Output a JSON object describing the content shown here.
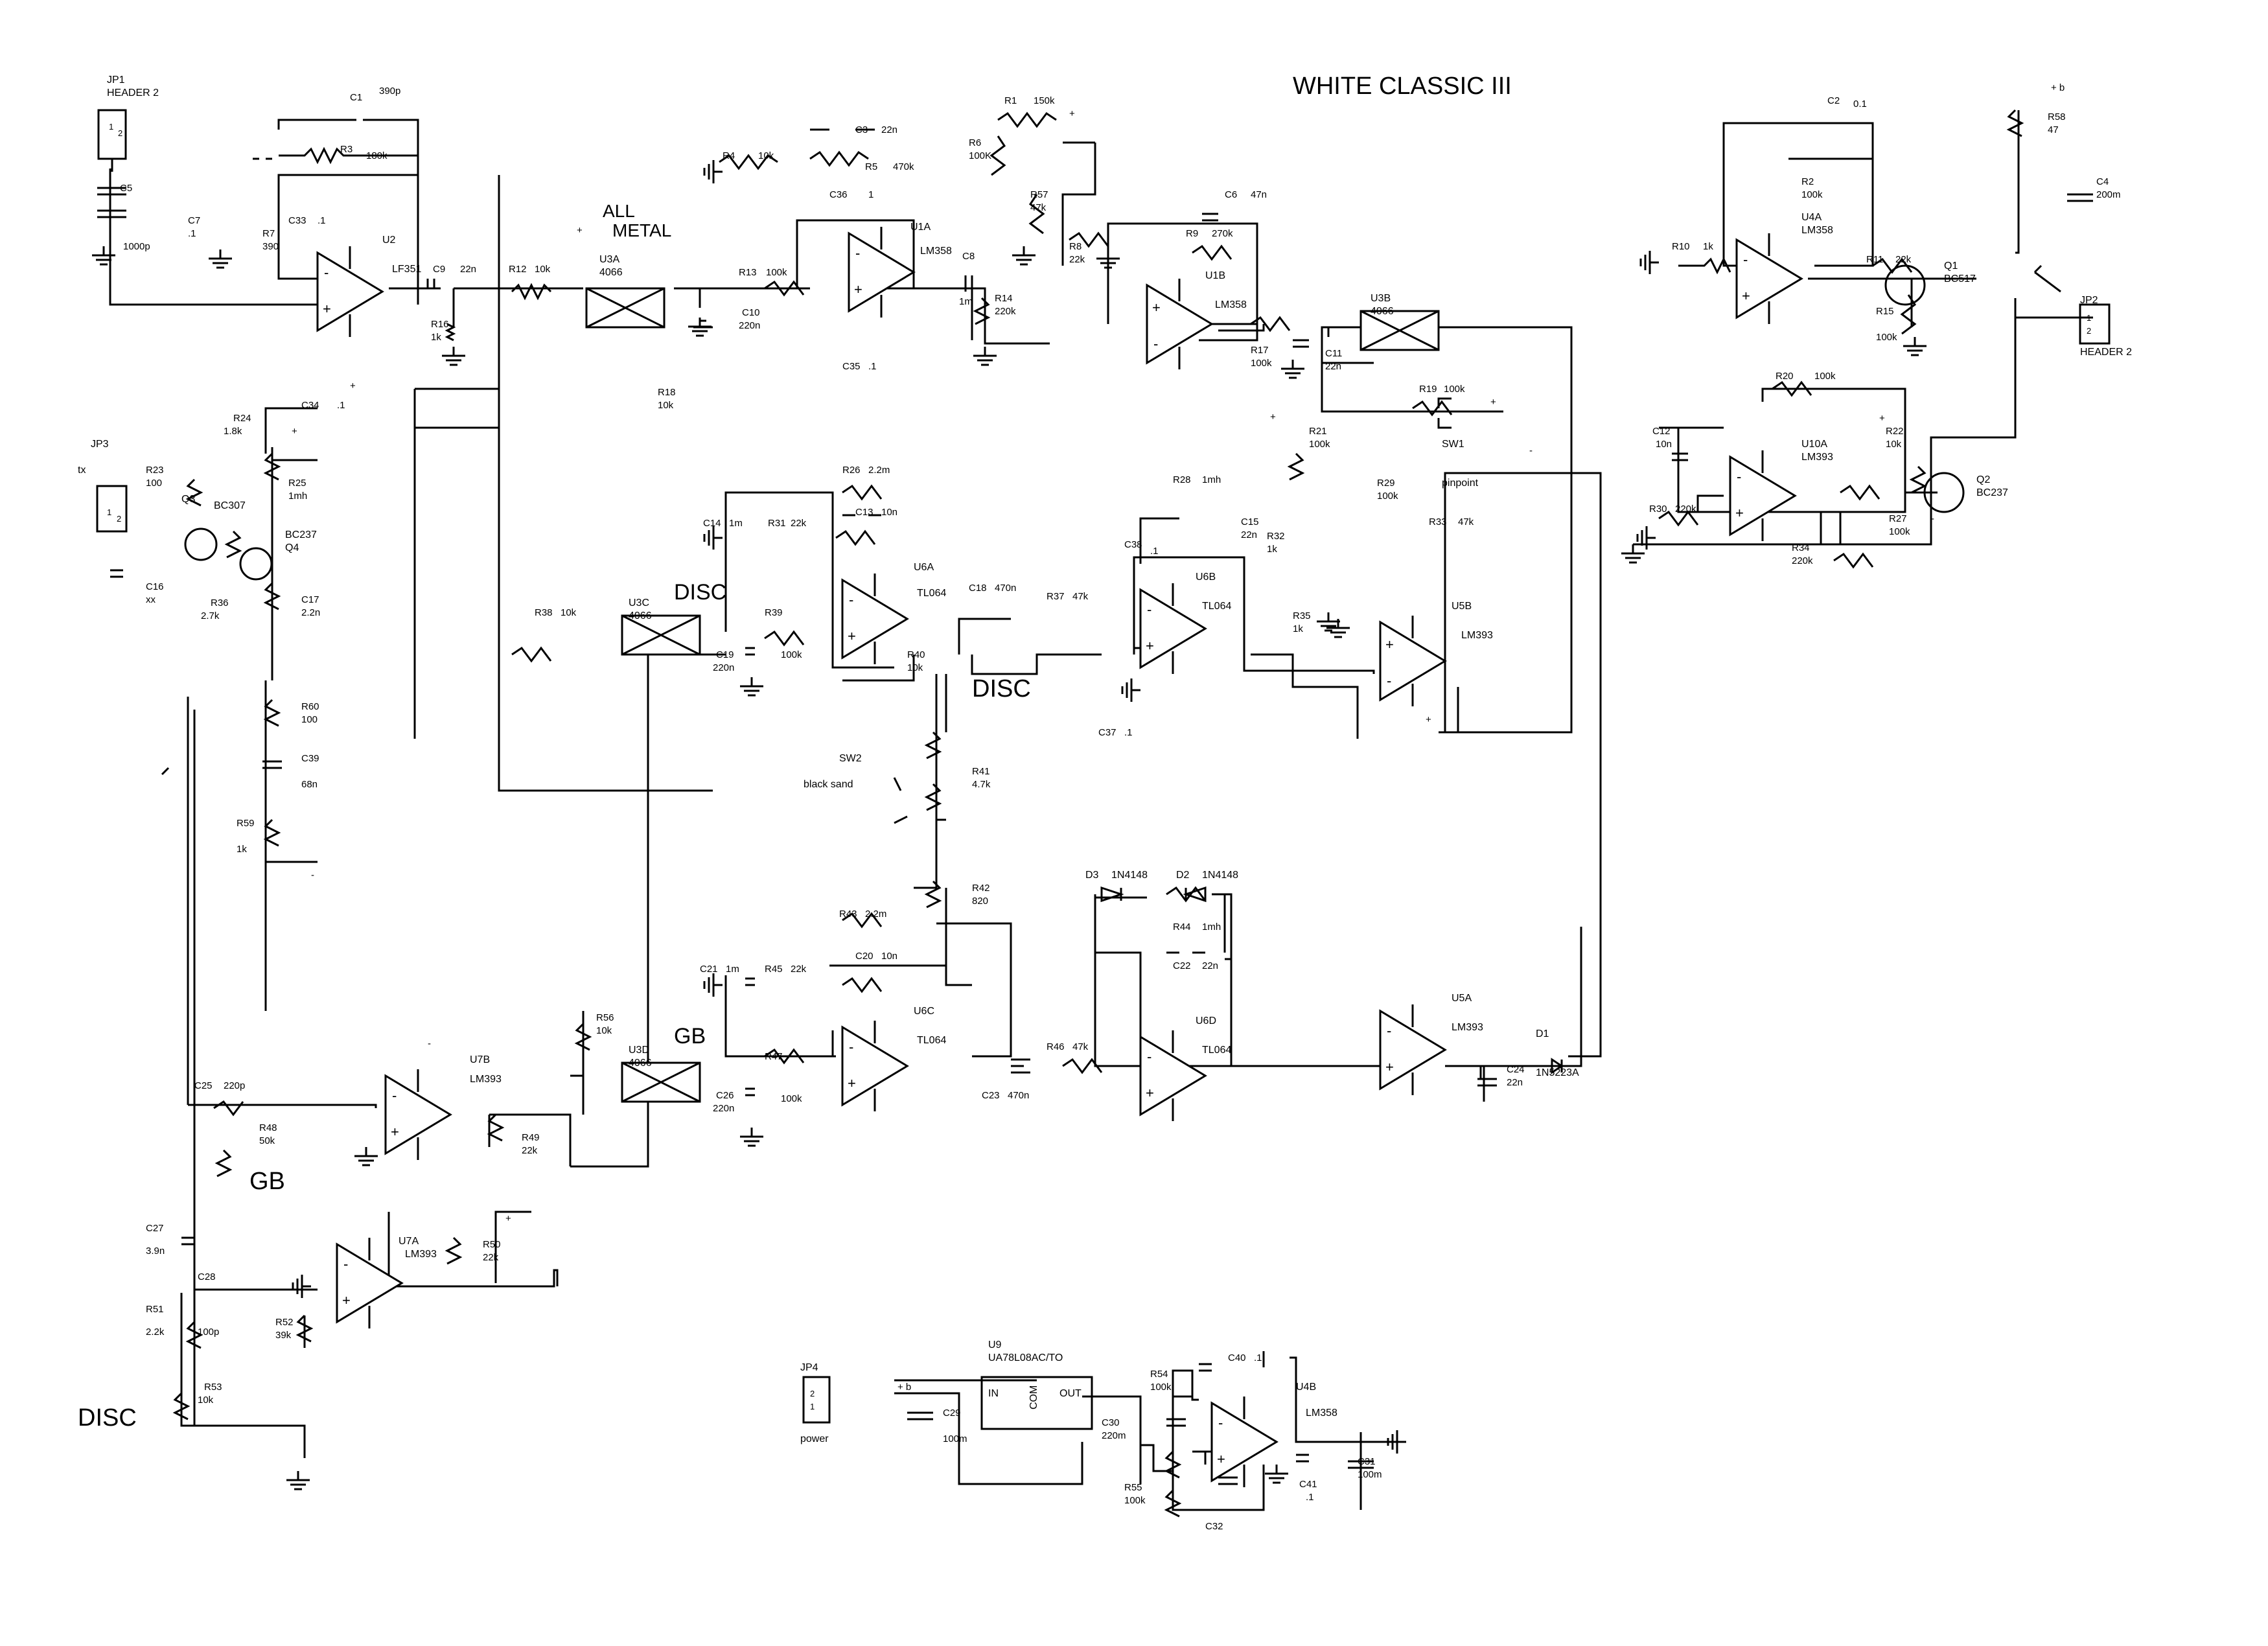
{
  "title": "WHITE CLASSIC III",
  "section_labels": {
    "all_metal_1": "ALL",
    "all_metal_2": "METAL",
    "disc_top": "DISC",
    "disc_mid": "DISC",
    "gb_mid": "GB",
    "gb_left": "GB",
    "disc_bottom": "DISC"
  },
  "connectors": {
    "jp1": {
      "ref": "JP1",
      "value": "HEADER 2",
      "pins": [
        "1",
        "2"
      ]
    },
    "jp2": {
      "ref": "JP2",
      "value": "HEADER 2",
      "pins": [
        "1",
        "2"
      ]
    },
    "jp3": {
      "ref": "JP3",
      "note": "tx",
      "pins": [
        "1",
        "2"
      ]
    },
    "jp4": {
      "ref": "JP4",
      "note": "power",
      "pins": [
        "2",
        "1"
      ]
    }
  },
  "ics": {
    "u2": {
      "ref": "U2",
      "value": "LF351"
    },
    "u1a": {
      "ref": "U1A",
      "value": "LM358"
    },
    "u1b": {
      "ref": "U1B",
      "value": "LM358"
    },
    "u4a": {
      "ref": "U4A",
      "value": "LM358"
    },
    "u4b": {
      "ref": "U4B",
      "value": "LM358"
    },
    "u3a": {
      "ref": "U3A",
      "value": "4066"
    },
    "u3b": {
      "ref": "U3B",
      "value": "4066"
    },
    "u3c": {
      "ref": "U3C",
      "value": "4066"
    },
    "u3d": {
      "ref": "U3D",
      "value": "4066"
    },
    "u6a": {
      "ref": "U6A",
      "value": "TL064"
    },
    "u6b": {
      "ref": "U6B",
      "value": "TL064"
    },
    "u6c": {
      "ref": "U6C",
      "value": "TL064"
    },
    "u6d": {
      "ref": "U6D",
      "value": "TL064"
    },
    "u5a": {
      "ref": "U5A",
      "value": "LM393"
    },
    "u5b": {
      "ref": "U5B",
      "value": "LM393"
    },
    "u7a": {
      "ref": "U7A",
      "value": "LM393"
    },
    "u7b": {
      "ref": "U7B",
      "value": "LM393"
    },
    "u10a": {
      "ref": "U10A",
      "value": "LM393"
    },
    "u9": {
      "ref": "U9",
      "value": "UA78L08AC/TO",
      "pin_in": "IN",
      "pin_out": "OUT",
      "pin_com": "COM"
    }
  },
  "transistors": {
    "q1": {
      "ref": "Q1",
      "value": "BC517"
    },
    "q2": {
      "ref": "Q2",
      "value": "BC237"
    },
    "q3": {
      "ref": "Q3",
      "value": "BC307"
    },
    "q4": {
      "ref": "Q4",
      "value": "BC237"
    }
  },
  "diodes": {
    "d1": {
      "ref": "D1",
      "value": "1N5223A"
    },
    "d2": {
      "ref": "D2",
      "value": "1N4148"
    },
    "d3": {
      "ref": "D3",
      "value": "1N4148"
    }
  },
  "switches": {
    "sw1": {
      "ref": "SW1",
      "value": "pinpoint"
    },
    "sw2": {
      "ref": "SW2",
      "value": "black sand"
    }
  },
  "resistors": {
    "r1": {
      "ref": "R1",
      "value": "150k"
    },
    "r2": {
      "ref": "R2",
      "value": "100k"
    },
    "r3": {
      "ref": "R3",
      "value": "180k"
    },
    "r4": {
      "ref": "R4",
      "value": "10k"
    },
    "r5": {
      "ref": "R5",
      "value": "470k"
    },
    "r6": {
      "ref": "R6",
      "value": "100K"
    },
    "r7": {
      "ref": "R7",
      "value": "390"
    },
    "r8": {
      "ref": "R8",
      "value": "22k"
    },
    "r9": {
      "ref": "R9",
      "value": "270k"
    },
    "r10": {
      "ref": "R10",
      "value": "1k"
    },
    "r11": {
      "ref": "R11",
      "value": "22k"
    },
    "r12": {
      "ref": "R12",
      "value": "10k"
    },
    "r13": {
      "ref": "R13",
      "value": "100k"
    },
    "r14": {
      "ref": "R14",
      "value": "220k"
    },
    "r15": {
      "ref": "R15",
      "value": "100k"
    },
    "r16": {
      "ref": "R16",
      "value": "1k"
    },
    "r17": {
      "ref": "R17",
      "value": "100k"
    },
    "r18": {
      "ref": "R18",
      "value": "10k"
    },
    "r19": {
      "ref": "R19",
      "value": "100k"
    },
    "r20": {
      "ref": "R20",
      "value": "100k"
    },
    "r21": {
      "ref": "R21",
      "value": "100k"
    },
    "r22": {
      "ref": "R22",
      "value": "10k"
    },
    "r23": {
      "ref": "R23",
      "value": "100"
    },
    "r24": {
      "ref": "R24",
      "value": "1.8k"
    },
    "r25": {
      "ref": "R25",
      "value": "1mh"
    },
    "r26": {
      "ref": "R26",
      "value": "2.2m"
    },
    "r27": {
      "ref": "R27",
      "value": "100k"
    },
    "r28": {
      "ref": "R28",
      "value": "1mh"
    },
    "r29": {
      "ref": "R29",
      "value": "100k"
    },
    "r30": {
      "ref": "R30",
      "value": "220k"
    },
    "r31": {
      "ref": "R31",
      "value": "22k"
    },
    "r32": {
      "ref": "R32",
      "value": "1k"
    },
    "r33": {
      "ref": "R33",
      "value": "47k"
    },
    "r34": {
      "ref": "R34",
      "value": "220k"
    },
    "r35": {
      "ref": "R35",
      "value": "1k"
    },
    "r36": {
      "ref": "R36",
      "value": "2.7k"
    },
    "r37": {
      "ref": "R37",
      "value": "47k"
    },
    "r38": {
      "ref": "R38",
      "value": "10k"
    },
    "r39": {
      "ref": "R39",
      "value": "100k"
    },
    "r40": {
      "ref": "R40",
      "value": "10k"
    },
    "r41": {
      "ref": "R41",
      "value": "4.7k"
    },
    "r42": {
      "ref": "R42",
      "value": "820"
    },
    "r43": {
      "ref": "R43",
      "value": "2.2m"
    },
    "r44": {
      "ref": "R44",
      "value": "1mh"
    },
    "r45": {
      "ref": "R45",
      "value": "22k"
    },
    "r46": {
      "ref": "R46",
      "value": "47k"
    },
    "r47": {
      "ref": "R47",
      "value": "100k"
    },
    "r48": {
      "ref": "R48",
      "value": "50k"
    },
    "r49": {
      "ref": "R49",
      "value": "22k"
    },
    "r50": {
      "ref": "R50",
      "value": "22k"
    },
    "r51": {
      "ref": "R51",
      "value": "2.2k"
    },
    "r52": {
      "ref": "R52",
      "value": "39k"
    },
    "r53": {
      "ref": "R53",
      "value": "10k"
    },
    "r54": {
      "ref": "R54",
      "value": "100k"
    },
    "r55": {
      "ref": "R55",
      "value": "100k"
    },
    "r56": {
      "ref": "R56",
      "value": "10k"
    },
    "r57": {
      "ref": "R57",
      "value": "47k"
    },
    "r58": {
      "ref": "R58",
      "value": "47"
    },
    "r59": {
      "ref": "R59",
      "value": "1k"
    },
    "r60": {
      "ref": "R60",
      "value": "100"
    }
  },
  "capacitors": {
    "c1": {
      "ref": "C1",
      "value": "390p"
    },
    "c2": {
      "ref": "C2",
      "value": "0.1"
    },
    "c3": {
      "ref": "C3",
      "value": "22n"
    },
    "c4": {
      "ref": "C4",
      "value": "200m"
    },
    "c5": {
      "ref": "C5",
      "value": "1000p"
    },
    "c6": {
      "ref": "C6",
      "value": "47n"
    },
    "c7": {
      "ref": "C7",
      "value": ".1"
    },
    "c8": {
      "ref": "C8",
      "value": "1m"
    },
    "c9": {
      "ref": "C9",
      "value": "22n"
    },
    "c10": {
      "ref": "C10",
      "value": "220n"
    },
    "c11": {
      "ref": "C11",
      "value": "22n"
    },
    "c12": {
      "ref": "C12",
      "value": "10n"
    },
    "c13": {
      "ref": "C13",
      "value": "10n"
    },
    "c14": {
      "ref": "C14",
      "value": "1m"
    },
    "c15": {
      "ref": "C15",
      "value": "22n"
    },
    "c16": {
      "ref": "C16",
      "value": "xx"
    },
    "c17": {
      "ref": "C17",
      "value": "2.2n"
    },
    "c18": {
      "ref": "C18",
      "value": "470n"
    },
    "c19": {
      "ref": "C19",
      "value": "220n"
    },
    "c20": {
      "ref": "C20",
      "value": "10n"
    },
    "c21": {
      "ref": "C21",
      "value": "1m"
    },
    "c22": {
      "ref": "C22",
      "value": "22n"
    },
    "c23": {
      "ref": "C23",
      "value": "470n"
    },
    "c24": {
      "ref": "C24",
      "value": "22n"
    },
    "c25": {
      "ref": "C25",
      "value": "220p"
    },
    "c26": {
      "ref": "C26",
      "value": "220n"
    },
    "c27": {
      "ref": "C27",
      "value": "3.9n"
    },
    "c28": {
      "ref": "C28",
      "value": "100p"
    },
    "c29": {
      "ref": "C29",
      "value": "100m"
    },
    "c30": {
      "ref": "C30",
      "value": "220m"
    },
    "c31": {
      "ref": "C31",
      "value": "100m"
    },
    "c32": {
      "ref": "C32",
      "value": ""
    },
    "c33": {
      "ref": "C33",
      "value": ".1"
    },
    "c34": {
      "ref": "C34",
      "value": ".1"
    },
    "c35": {
      "ref": "C35",
      "value": ".1"
    },
    "c36": {
      "ref": "C36",
      "value": "1"
    },
    "c37": {
      "ref": "C37",
      "value": ".1"
    },
    "c38": {
      "ref": "C38",
      "value": ".1"
    },
    "c39": {
      "ref": "C39",
      "value": "68n"
    },
    "c40": {
      "ref": "C40",
      "value": ".1"
    },
    "c41": {
      "ref": "C41",
      "value": ".1"
    }
  },
  "rail_labels": {
    "plus": "+",
    "minus": "-",
    "plus_b": "+ b"
  }
}
